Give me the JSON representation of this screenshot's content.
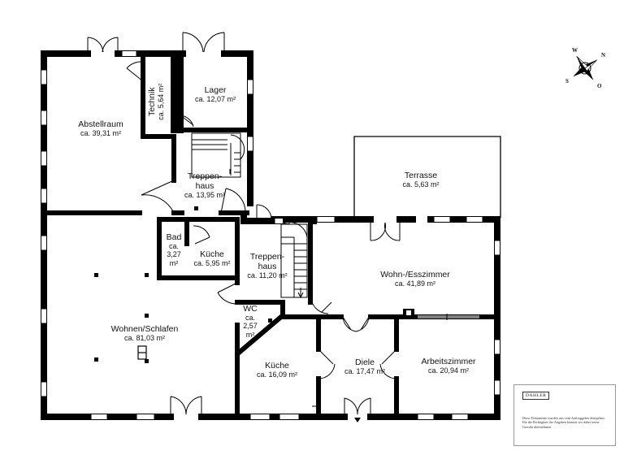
{
  "rooms": {
    "abstellraum": {
      "name": "Abstellraum",
      "area": "ca. 39,31 m²"
    },
    "technik": {
      "name": "Technik",
      "area": "ca. 5,64 m²"
    },
    "lager": {
      "name": "Lager",
      "area": "ca. 12,07 m²"
    },
    "treppenhaus_1": {
      "name_1": "Treppen-",
      "name_2": "haus",
      "area": "ca. 13,95 m²"
    },
    "terrasse": {
      "name": "Terrasse",
      "area": "ca. 5,63 m²"
    },
    "bad": {
      "name": "Bad",
      "area_1": "ca.",
      "area_2": "3,27",
      "area_3": "m²"
    },
    "kueche_small": {
      "name": "Küche",
      "area": "ca. 5,95 m²"
    },
    "treppenhaus_2": {
      "name_1": "Treppen-",
      "name_2": "haus",
      "area": "ca. 11,20 m²"
    },
    "wohn_ess": {
      "name": "Wohn-/Esszimmer",
      "area": "ca. 41,89 m²"
    },
    "wc": {
      "name": "WC",
      "area_1": "ca.",
      "area_2": "2,57",
      "area_3": "m²"
    },
    "wohnen_schlafen": {
      "name": "Wohnen/Schlafen",
      "area": "ca. 81,03 m²"
    },
    "kueche_large": {
      "name": "Küche",
      "area": "ca. 16,09 m²"
    },
    "diele": {
      "name": "Diele",
      "area": "ca. 17,47 m²"
    },
    "arbeitszimmer": {
      "name": "Arbeitszimmer",
      "area": "ca. 20,94 m²"
    }
  },
  "compass": {
    "w": "W",
    "n": "N",
    "s": "S",
    "o": "O"
  },
  "notice": {
    "brand": "DAHLER",
    "text": "Diese Dokumente wurden uns vom Auftraggeber übergeben. Für die Richtigkeit der Angaben können wir daher keine Gewähr übernehmen."
  },
  "colors": {
    "wall": "#000000",
    "window": "#ffffff",
    "background": "#ffffff"
  }
}
